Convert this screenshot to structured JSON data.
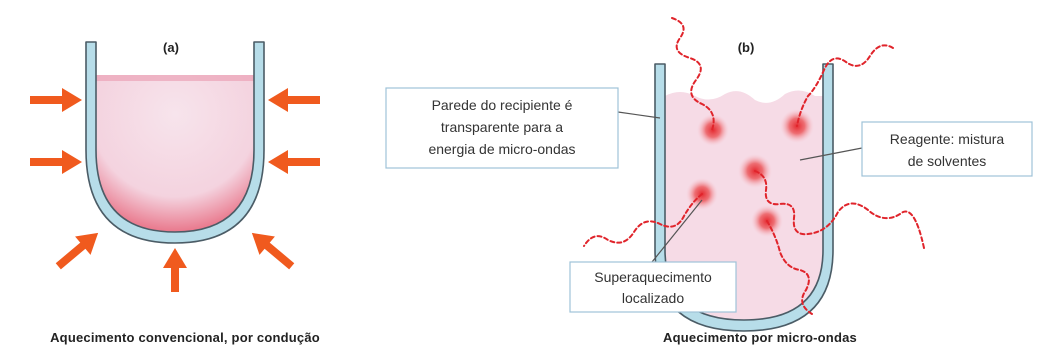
{
  "panel_a": {
    "label": "(a)",
    "caption": "Aquecimento convencional, por condução"
  },
  "panel_b": {
    "label": "(b)",
    "caption": "Aquecimento por micro-ondas",
    "callouts": {
      "wall": [
        "Parede do recipiente é",
        "transparente para a",
        "energia de micro-ondas"
      ],
      "reagent": [
        "Reagente: mistura",
        "de solventes"
      ],
      "hotspot": [
        "Superaquecimento",
        "localizado"
      ]
    }
  },
  "colors": {
    "vessel_wall": "#b7dde9",
    "vessel_outline": "#4b5c66",
    "liquid": "#f6dbe6",
    "heat_arrow": "#f05a1e",
    "microwave": "#e0242b",
    "hotspot": "#e8383d",
    "callout_border": "#9fc3d8"
  },
  "icons": [
    "heat-arrow-icon",
    "microwave-wave-icon",
    "hotspot-icon"
  ]
}
